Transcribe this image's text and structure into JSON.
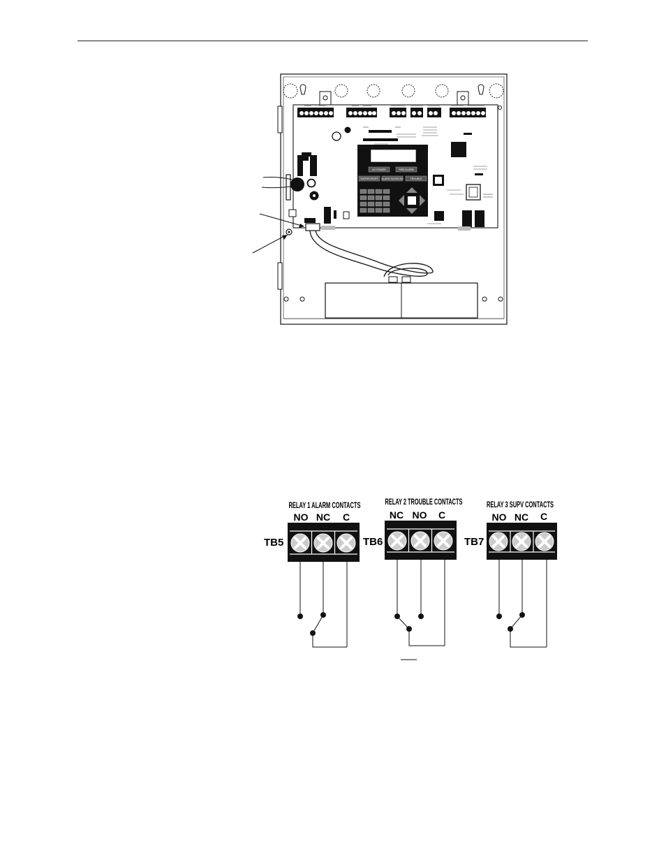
{
  "panel": {
    "buttons": [
      "AC POWER",
      "FIRE ALARM",
      "SUPERVISORY",
      "ALARM SILENCED",
      "TROUBLE"
    ]
  },
  "relays": [
    {
      "title": "RELAY 1 ALARM CONTACTS",
      "board": "TB5",
      "terminals": [
        "NO",
        "NC",
        "C"
      ]
    },
    {
      "title": "RELAY 2 TROUBLE CONTACTS",
      "board": "TB6",
      "terminals": [
        "NC",
        "NO",
        "C"
      ]
    },
    {
      "title": "RELAY 3 SUPV CONTACTS",
      "board": "TB7",
      "terminals": [
        "NO",
        "NC",
        "C"
      ]
    }
  ]
}
